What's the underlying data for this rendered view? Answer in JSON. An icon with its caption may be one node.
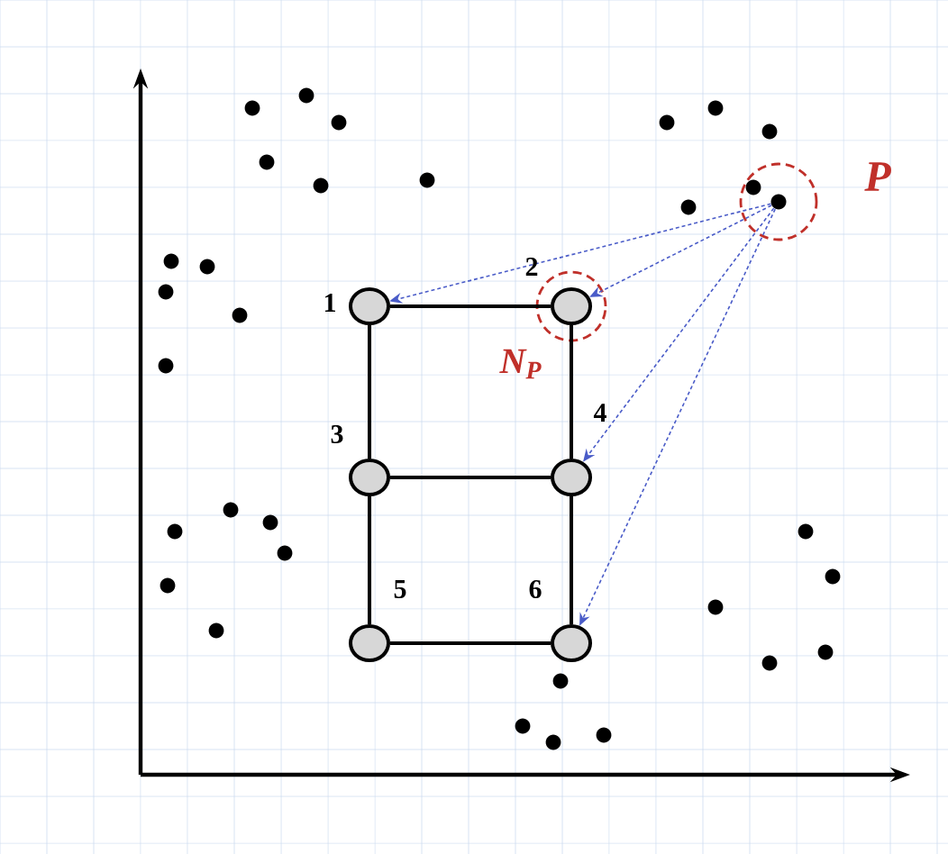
{
  "diagram": {
    "nodes": [
      {
        "text": [],
        "shape": "circle",
        "beside": [
          "1"
        ]
      },
      {
        "text": [],
        "shape": "circle",
        "beside": [
          "2",
          "N$_{P}$"
        ]
      },
      {
        "text": [],
        "shape": "circle",
        "beside": [
          "3"
        ]
      },
      {
        "text": [],
        "shape": "circle",
        "beside": [
          "4"
        ]
      },
      {
        "text": [],
        "shape": "circle",
        "beside": [
          "5"
        ]
      },
      {
        "text": [],
        "shape": "circle",
        "beside": [
          "6"
        ]
      },
      {
        "text": [],
        "shape": "circle",
        "beside": [
          "P"
        ]
      }
    ],
    "edges": [
      {
        "from": 0,
        "to": 1,
        "arrow": "none"
      },
      {
        "from": 0,
        "to": 2,
        "arrow": "none"
      },
      {
        "from": 1,
        "to": 3,
        "arrow": "none"
      },
      {
        "from": 2,
        "to": 3,
        "arrow": "none"
      },
      {
        "from": 2,
        "to": 4,
        "arrow": "none"
      },
      {
        "from": 3,
        "to": 5,
        "arrow": "none"
      },
      {
        "from": 4,
        "to": 5,
        "arrow": "none"
      },
      {
        "from": 6,
        "to": 0,
        "arrow": "to",
        "style": "dashed",
        "color": "#4a5cc8"
      },
      {
        "from": 6,
        "to": 1,
        "arrow": "to",
        "style": "dashed",
        "color": "#4a5cc8"
      },
      {
        "from": 6,
        "to": 3,
        "arrow": "to",
        "style": "dashed",
        "color": "#4a5cc8"
      },
      {
        "from": 6,
        "to": 5,
        "arrow": "to",
        "style": "dashed",
        "color": "#4a5cc8"
      }
    ]
  }
}
